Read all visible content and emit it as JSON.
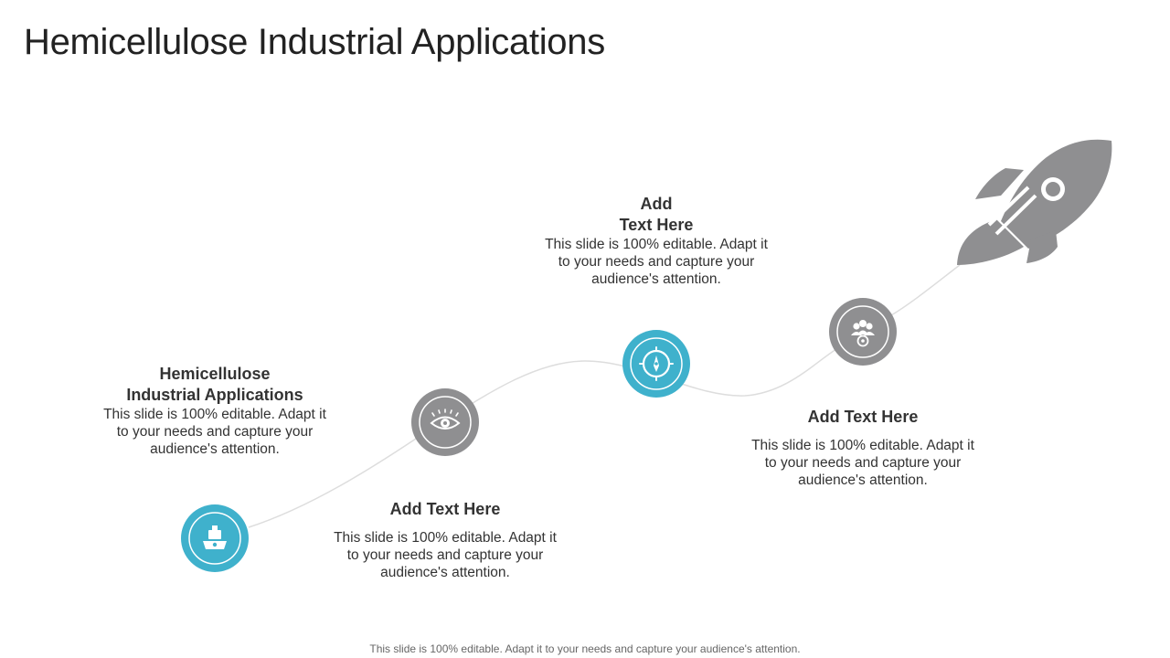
{
  "slide": {
    "title": "Hemicellulose Industrial Applications",
    "footer": "This slide is 100% editable. Adapt it to your needs and capture your audience's attention."
  },
  "colors": {
    "accent_blue": "#3fb1cc",
    "accent_gray": "#8f8f91",
    "curve": "#dddddd",
    "text": "#333333"
  },
  "steps": [
    {
      "icon": "ship-container-icon",
      "color": "blue",
      "heading": "Hemicellulose\nIndustrial Applications",
      "text": "This slide is 100% editable. Adapt it\nto your needs and capture your\naudience's attention."
    },
    {
      "icon": "eye-icon",
      "color": "gray",
      "heading": "Add Text Here",
      "text": "This slide is 100% editable. Adapt it\nto your needs and capture your\naudience's attention."
    },
    {
      "icon": "compass-icon",
      "color": "blue",
      "heading": "Add\nText Here",
      "text": "This slide is 100% editable. Adapt it\nto your needs and capture your\naudience's attention."
    },
    {
      "icon": "team-target-icon",
      "color": "gray",
      "heading": "Add Text Here",
      "text": "This slide is 100% editable. Adapt it\nto your needs and capture your\naudience's attention."
    }
  ],
  "decor": {
    "rocket_icon": "rocket-icon"
  }
}
